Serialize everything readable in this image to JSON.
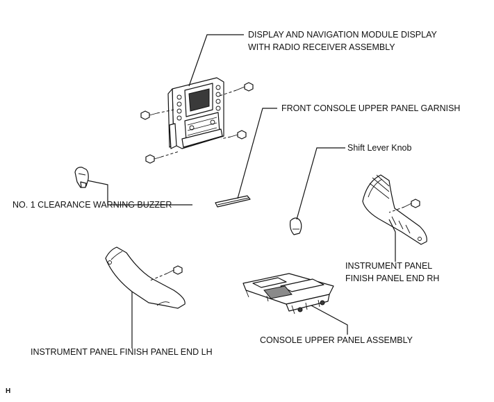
{
  "labels": {
    "display_module_line1": "DISPLAY AND NAVIGATION MODULE DISPLAY",
    "display_module_line2": "WITH RADIO RECEIVER ASSEMBLY",
    "front_console_garnish": "FRONT CONSOLE UPPER PANEL GARNISH",
    "shift_lever_knob": "Shift Lever Knob",
    "clearance_buzzer": "NO. 1 CLEARANCE WARNING BUZZER",
    "finish_end_rh_line1": "INSTRUMENT PANEL",
    "finish_end_rh_line2": "FINISH PANEL END RH",
    "finish_end_lh": "INSTRUMENT PANEL FINISH PANEL END LH",
    "console_upper_panel": "CONSOLE UPPER PANEL ASSEMBLY"
  },
  "corner_mark": "H"
}
